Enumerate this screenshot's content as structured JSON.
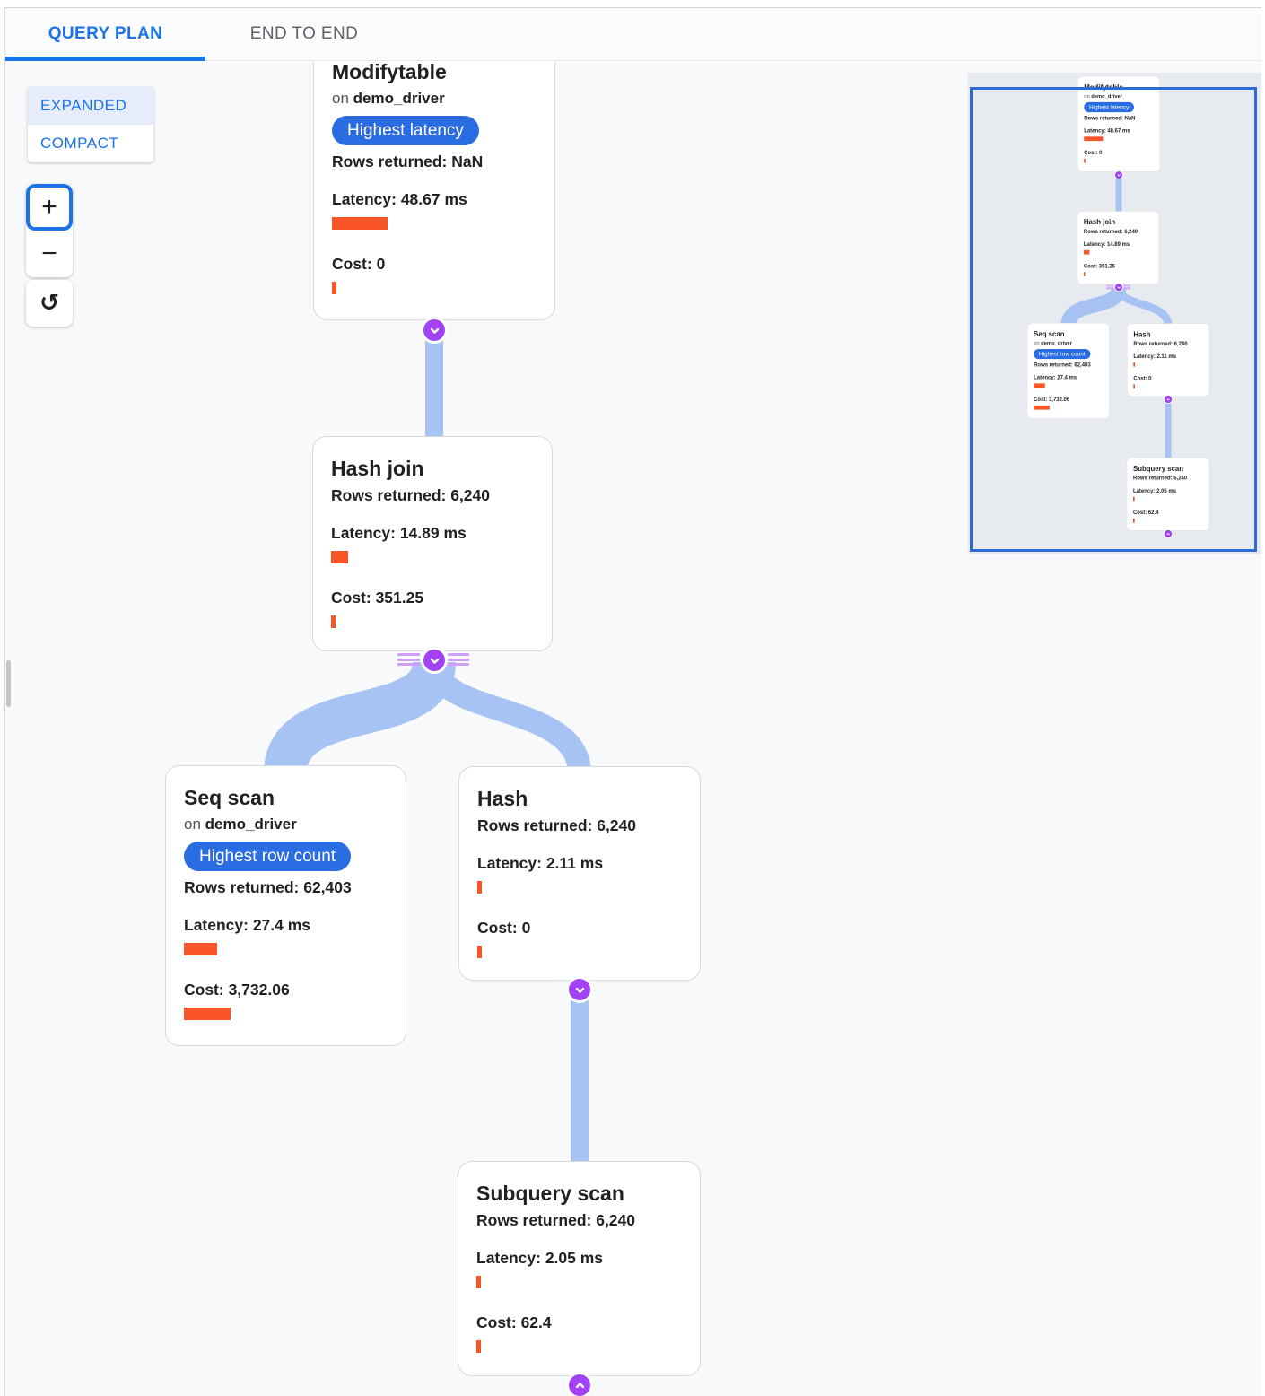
{
  "header": {
    "tabs": [
      {
        "label": "QUERY PLAN",
        "active": true
      },
      {
        "label": "END TO END",
        "active": false
      }
    ]
  },
  "controls": {
    "view_modes": [
      {
        "label": "EXPANDED",
        "selected": true
      },
      {
        "label": "COMPACT",
        "selected": false
      }
    ],
    "zoom": {
      "zoom_in_icon": "+",
      "zoom_out_icon": "−",
      "reset_icon": "↺"
    }
  },
  "plan": {
    "nodes": [
      {
        "title": "Modifytable",
        "on_prefix": "on",
        "table": "demo_driver",
        "badge": "Highest latency",
        "rows": "Rows returned: NaN",
        "latency": "Latency: 48.67 ms",
        "latency_bar": 62,
        "cost": "Cost: 0",
        "cost_bar": 5
      },
      {
        "title": "Hash join",
        "rows": "Rows returned: 6,240",
        "latency": "Latency: 14.89 ms",
        "latency_bar": 19,
        "cost": "Cost: 351.25",
        "cost_bar": 5
      },
      {
        "title": "Seq scan",
        "on_prefix": "on",
        "table": "demo_driver",
        "badge": "Highest row count",
        "rows": "Rows returned: 62,403",
        "latency": "Latency: 27.4 ms",
        "latency_bar": 37,
        "cost": "Cost: 3,732.06",
        "cost_bar": 52
      },
      {
        "title": "Hash",
        "rows": "Rows returned: 6,240",
        "latency": "Latency: 2.11 ms",
        "latency_bar": 5,
        "cost": "Cost: 0",
        "cost_bar": 5
      },
      {
        "title": "Subquery scan",
        "rows": "Rows returned: 6,240",
        "latency": "Latency: 2.05 ms",
        "latency_bar": 5,
        "cost": "Cost: 62.4",
        "cost_bar": 5
      }
    ],
    "edges": [
      {
        "from": "Modifytable",
        "to": "Hash join"
      },
      {
        "from": "Hash join",
        "to": "Seq scan"
      },
      {
        "from": "Hash join",
        "to": "Hash"
      },
      {
        "from": "Hash",
        "to": "Subquery scan"
      }
    ]
  },
  "colors": {
    "accent_blue": "#1a73e8",
    "badge_blue": "#2a6ce2",
    "metric_bar_orange": "#fa5528",
    "edge_blue": "#a6c3f3",
    "connector_purple": "#a142f4"
  }
}
